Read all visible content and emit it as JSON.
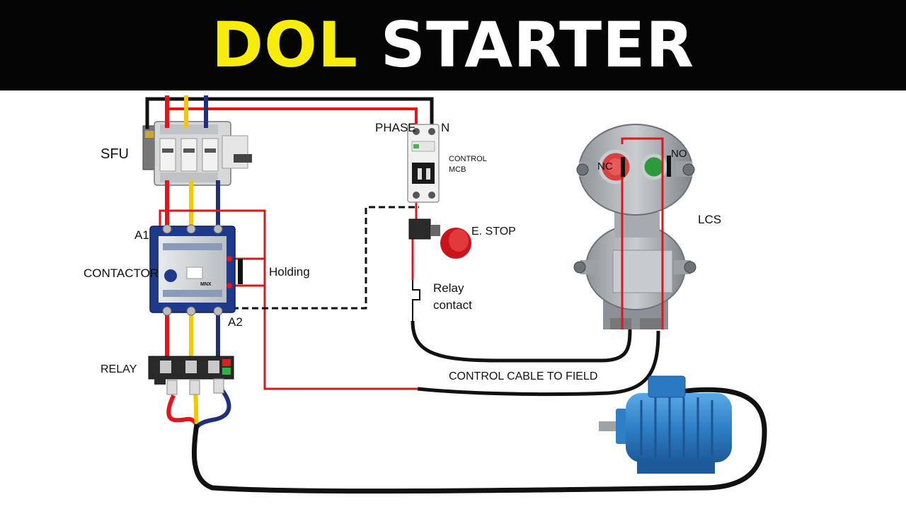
{
  "title": {
    "word1": "DOL",
    "word2": "STARTER"
  },
  "labels": {
    "sfu": "SFU",
    "a1": "A1",
    "a2": "A2",
    "contactor": "CONTACTOR",
    "holding": "Holding",
    "relay": "RELAY",
    "phase": "PHASE",
    "n": "N",
    "control_mcb_line1": "CONTROL",
    "control_mcb_line2": "MCB",
    "estop": "E. STOP",
    "relay_contact_line1": "Relay",
    "relay_contact_line2": "contact",
    "control_cable": "CONTROL CABLE TO FIELD",
    "lcs": "LCS",
    "nc": "NC",
    "no": "NO",
    "contactor_model": "MNX"
  },
  "colors": {
    "red": "#e3151b",
    "yellow": "#f6c700",
    "blue": "#1f2f7a",
    "black": "#111111",
    "title_yellow": "#f7ec0c",
    "header_bg": "#050505"
  }
}
